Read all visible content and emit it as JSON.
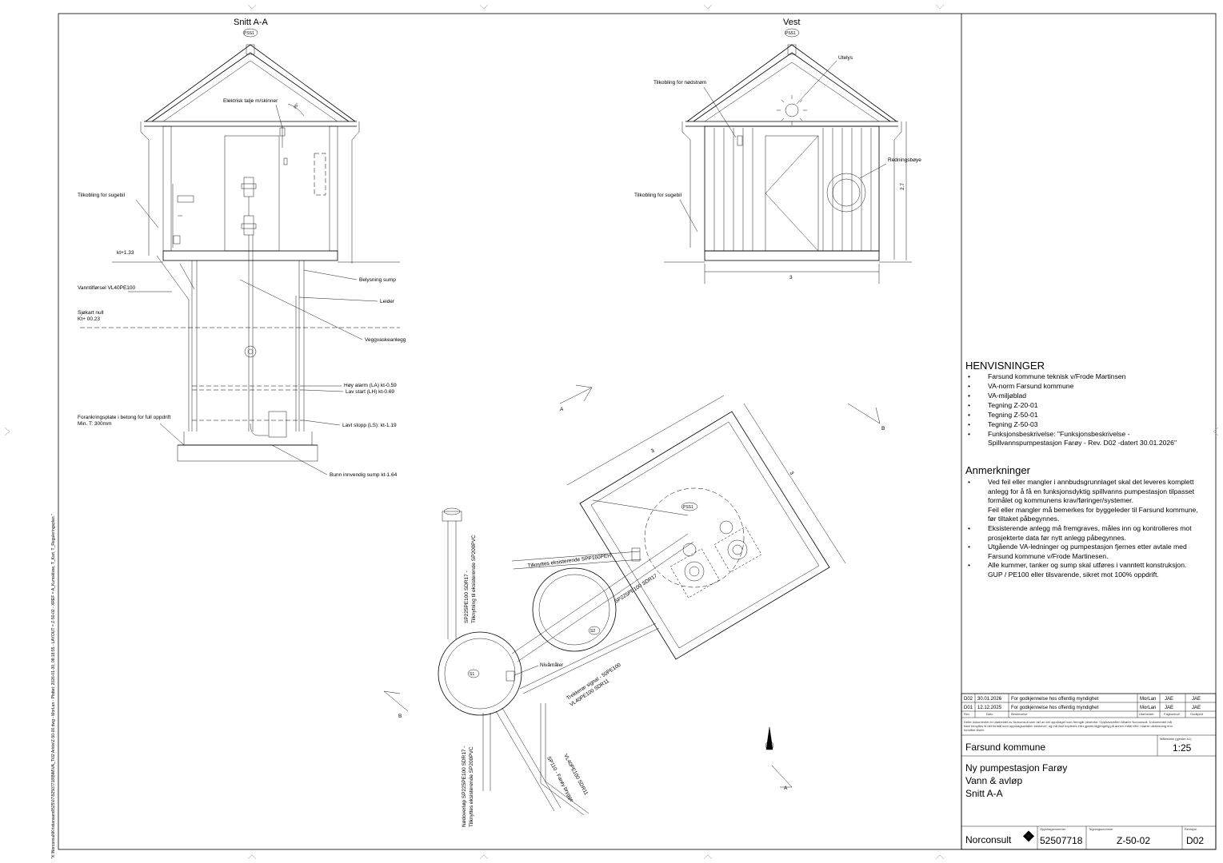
{
  "section_title": "Snitt A-A",
  "elevation_title": "Vest",
  "tag_pss1": "PSS1",
  "angle_label": "35°",
  "section_labels": {
    "hoist": "Elektrisk talje m/skinner",
    "suction": "Tilkobling for sugebil",
    "level_133": "kt+1.33",
    "water_supply": "Vanntilførsel VL40PE100",
    "chart_zero_1": "Sjøkart null",
    "chart_zero_2": "Kt+ 00.23",
    "anchor_1": "Forankringsplate i betong for full oppdrift",
    "anchor_2": "Min. T: 300mm",
    "lighting": "Belysning sump",
    "ladder": "Leider",
    "wash": "Veggvaskeanlegg",
    "high_alarm": "Høy alarm (LA) kt-0.59",
    "low_start": "Lav start (LH) kt-0.69",
    "low_stop": "Lavt stopp (LS): kt-1.19",
    "bottom": "Bunn innvendig sump kt-1.64"
  },
  "elevation_labels": {
    "light": "Utelys",
    "emergency_power": "Tilkobling for nødstrøm",
    "suction": "Tilkobling for sugebil",
    "lifebuoy": "Redningsbøye",
    "height": "2.7",
    "width": "3"
  },
  "plan_labels": {
    "dim_top": "3",
    "dim_right": "3",
    "section_a": "A",
    "section_b": "B",
    "connect_existing": "Tilknyttes eksisterende SPP160PEH",
    "pipe_sp225": "SP225PE100 SDR17",
    "pipe_left_1": "SP225PE100 SDR17 -",
    "pipe_left_2": "Tilknytning til eksisterende SP200PVC",
    "s1": "S1",
    "s2": "S2",
    "level_meter": "Nivåmåler",
    "overflow_1": "Nødoverløp SP225PE100 SDR17 -",
    "overflow_2": "Tilknyttes eksisterende SP200PVC",
    "signal_1": "Trekkerør signal - 50PE100",
    "signal_2": "VL40PE100 SDR11",
    "vl40": "VL40PE100 SDR11",
    "sp110": "SP110 - Farøy brygge"
  },
  "references": {
    "heading": "HENVISNINGER",
    "items": [
      "Farsund kommune teknisk v/Frode Martinsen",
      "VA-norm Farsund kommune",
      "VA-miljøblad",
      "Tegning Z-20-01",
      "Tegning Z-50-01",
      "Tegning Z-50-03",
      "Funksjonsbeskrivelse: \"Funksjonsbeskrivelse -",
      "Spillvannspumpestasjon Farøy - Rev. D02 -datert 30.01.2026\""
    ]
  },
  "remarks": {
    "heading": "Anmerkninger",
    "items": [
      [
        "Ved feil eller mangler i annbudsgrunnlaget skal det leveres komplett",
        "anlegg for å få en funksjonsdyktig spillvanns pumpestasjon tilpasset",
        "formålet og kommunens krav/føringer/systemer.",
        "Feil eller mangler må bemerkes for byggeleder til Farsund kommune,",
        "før tiltaket påbegynnes."
      ],
      [
        "Eksisterende anlegg må fremgraves, måles inn og kontrolleres mot",
        "prosjekterte data før nytt anlegg påbegynnes."
      ],
      [
        "Utgående VA-ledninger og pumpestasjon fjernes etter avtale med",
        "Farsund kommune v/Frode Martinesen."
      ],
      [
        "Alle kummer, tanker og sump skal utføres i vanntett konstruksjon.",
        "GUP / PE100 eller tilsvarende, sikret mot 100% oppdrift."
      ]
    ]
  },
  "revisions": {
    "rows": [
      [
        "D02",
        "30.01.2026",
        "For godkjennelse hos offentlig myndighet",
        "MorLan",
        "JAE",
        "JAE"
      ],
      [
        "D01",
        "12.12.2025",
        "For godkjennelse hos offentlig myndighet",
        "MorLan",
        "JAE",
        "JAE"
      ]
    ],
    "headers": [
      "Rev.",
      "Dato",
      "Beskrivelse",
      "Utarbeidet",
      "Fagkontroll",
      "Godkjent"
    ]
  },
  "disclaimer": [
    "Dette dokumentet er utarbeidet av Norconsult som del av det oppdraget som fremgår nedenfor. Opphavsretten tilhører Norconsult. Dokumentet må",
    "bare benyttes til det formål som oppdragsavtalen beskriver, og må ikke kopieres eller gjøres tilgjengelig på annen måte eller i større utstrekning enn",
    "formålet tilsier."
  ],
  "title_block": {
    "client": "Farsund kommune",
    "scale_label": "Målestokk (gjelder A1)",
    "scale": "1:25",
    "project_1": "Ny pumpestasjon Farøy",
    "project_2": "Vann & avløp",
    "project_3": "Snitt A-A",
    "company": "Norconsult",
    "assignment_label": "Oppdragsnummer",
    "assignment": "52507718",
    "drawing_label": "Tegningsnummer",
    "drawing": "Z-50-02",
    "revision_label": "Revisjon",
    "revision": "D02"
  },
  "file_path": "\"X:\\Norconsult\\Kristiansand\\525\\07\\52507718\\BIM\\VA_T\\02 Arktiv\\Z-50-00.dwg - MorLan - Plottet: 2026-01-30, 08:18:55 - LAYOUT = Z-50-02 - XREF = A_Kumsklsse, T_Kart, T_Reguleringsplan.\""
}
